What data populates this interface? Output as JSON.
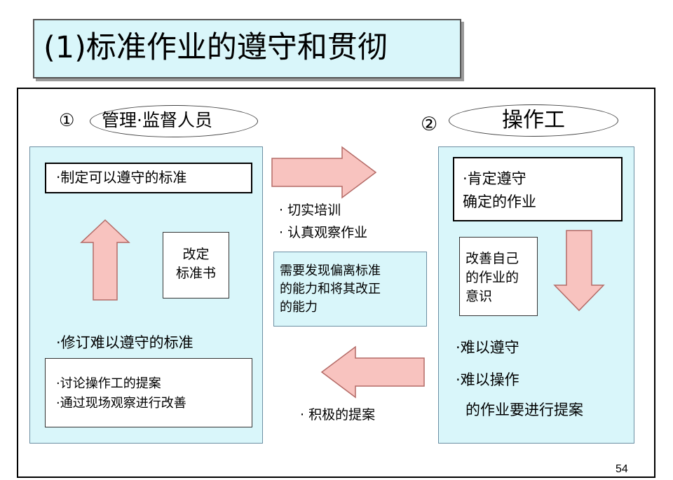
{
  "title": "(1)标准作业的遵守和贯彻",
  "page_number": "54",
  "left": {
    "marker": "①",
    "role": "管理·监督人员",
    "top_item": "·制定可以遵守的标准",
    "doc": [
      "改定",
      "标准书"
    ],
    "bottom_item": "·修订难以遵守的标准",
    "methods": [
      "·讨论操作工的提案",
      "·通过现场观察进行改善"
    ]
  },
  "right": {
    "marker": "②",
    "role": "操作工",
    "top_item": [
      "·肯定遵守",
      "确定的作业"
    ],
    "awareness": [
      "改善自己",
      "的作业的",
      "意识"
    ],
    "bottom_items": [
      "·难以遵守",
      "·难以操作",
      "的作业要进行提案"
    ]
  },
  "middle": {
    "bullets": [
      "·  切实培训",
      "·  认真观察作业"
    ],
    "ability": [
      "需要发现偏离标准",
      "的能力和将其改正",
      "的能力"
    ],
    "bottom_bullet": "·  积极的提案"
  },
  "colors": {
    "panel_bg": "#d9f6fa",
    "arrow_fill": "#f8c3bf",
    "arrow_stroke": "#b46a66"
  }
}
